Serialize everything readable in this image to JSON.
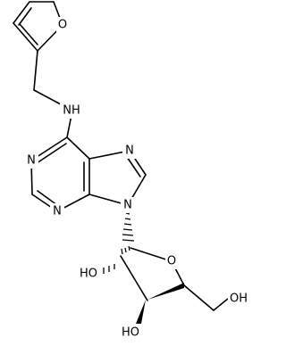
{
  "molecule": {
    "atoms": {
      "furan_o": "O",
      "amine_n": "NH",
      "pyrimidine_n1": "N",
      "pyrimidine_n3": "N",
      "imidazole_n7": "N",
      "imidazole_n9": "N",
      "ribose_o": "O",
      "hydroxyl_2": "HO",
      "hydroxyl_3": "HO",
      "hydroxyl_5": "OH"
    }
  },
  "colors": {
    "bond": "#000000",
    "background": "#ffffff"
  }
}
